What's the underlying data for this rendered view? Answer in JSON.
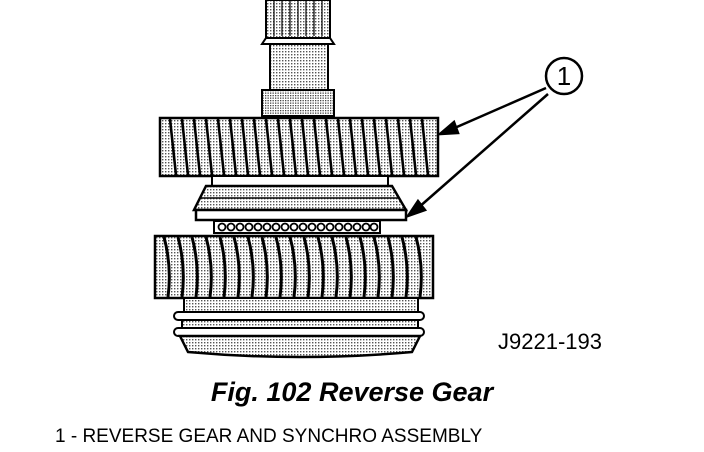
{
  "diagram": {
    "callout": "1",
    "drawing_id": "J9221-193"
  },
  "caption": "Fig. 102 Reverse Gear",
  "legend": {
    "items": [
      {
        "text": "1 - REVERSE GEAR AND SYNCHRO ASSEMBLY"
      }
    ]
  },
  "colors": {
    "ink": "#000000",
    "shade": "#d4d4d4",
    "background": "#ffffff"
  }
}
